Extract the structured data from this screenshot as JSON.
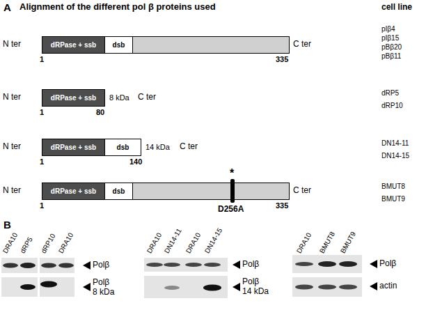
{
  "diagram": {
    "title": "Alignment of the different pol β proteins used",
    "nodes": [
      {
        "text": [
          "dRPase + ssb"
        ]
      },
      {
        "text": [
          "dsb"
        ]
      },
      {
        "text": [
          "dRPase + ssb"
        ]
      },
      {
        "text": [
          "dRPase + ssb"
        ]
      },
      {
        "text": [
          "dsb"
        ]
      },
      {
        "text": [
          "dRPase + ssb"
        ]
      },
      {
        "text": [
          "dsb"
        ]
      }
    ],
    "labels": [
      "A",
      "cell line",
      "N ter",
      "C ter",
      "1",
      "335",
      "pIβ4",
      "pIβ15",
      "pBβ20",
      "pBβ11",
      "N ter",
      "8 kDa",
      "C ter",
      "1",
      "80",
      "dRP5",
      "dRP10",
      "N ter",
      "14 kDa",
      "C ter",
      "1",
      "140",
      "DN14-11",
      "DN14-15",
      "N ter",
      "C ter",
      "*",
      "1",
      "335",
      "D256A",
      "BMUT8",
      "BMUT9",
      "B",
      "DRA10",
      "dRP5",
      "dRP10",
      "DRA10",
      "Polβ",
      "Polβ 8 kDa",
      "DRA10",
      "DN14-11",
      "DRA10",
      "DN14-15",
      "Polβ",
      "Polβ 14 kDa",
      "DRA10",
      "BMUT8",
      "BMUT9",
      "Polβ",
      "actin"
    ]
  }
}
